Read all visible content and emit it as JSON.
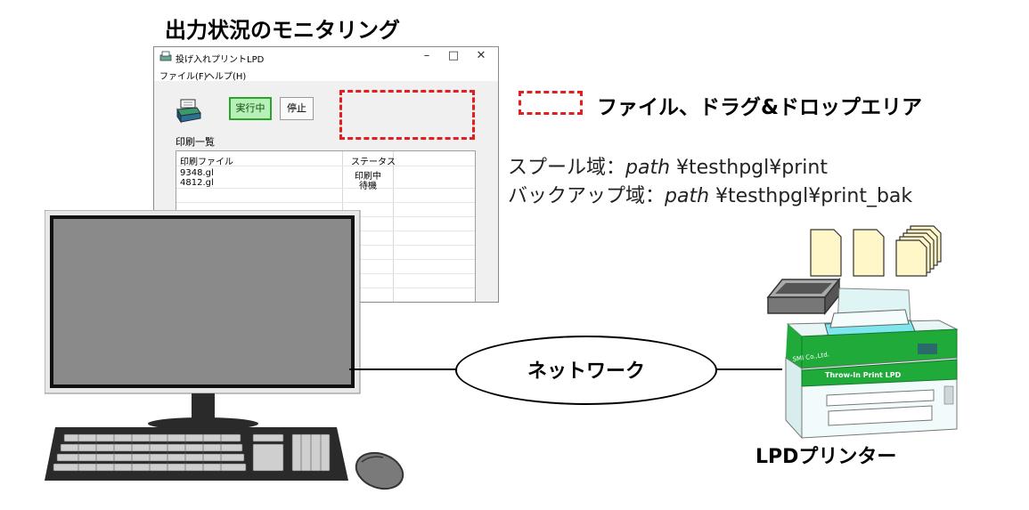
{
  "title": "出力状況のモニタリング",
  "legend": {
    "text": "ファイル、ドラグ&ドロップエリア",
    "color": "#e02020"
  },
  "paths": {
    "spool_prefix": "スプール域：",
    "spool_italic": "path",
    "spool_suffix": " ¥testhpgl¥print",
    "backup_prefix": "バックアップ域：",
    "backup_italic": "path",
    "backup_suffix": " ¥testhpgl¥print_bak"
  },
  "window": {
    "title": "投げ入れプリントLPD",
    "controls": {
      "minimize": "–",
      "maximize": "□",
      "close": "✕"
    },
    "menu": [
      "ファイル(F)",
      "ヘルプ(H)"
    ],
    "run_button": "実行中",
    "stop_button": "停止",
    "list_label": "印刷一覧",
    "columns": [
      "印刷ファイル",
      "ステータス"
    ],
    "rows": [
      {
        "file": "9348.gl",
        "status": "印刷中"
      },
      {
        "file": "4812.gl",
        "status": "待機"
      }
    ]
  },
  "network": {
    "label": "ネットワーク"
  },
  "printer": {
    "label": "LPDプリンター",
    "brand": "SMI Co.,Ltd.",
    "model": "Throw-In Print LPD",
    "accent_color": "#1faa3a"
  },
  "icons": [
    "printer-app-icon",
    "printer-icon",
    "monitor-icon",
    "keyboard-icon",
    "mouse-icon",
    "document-icon",
    "paper-tray-icon",
    "lpd-printer-icon"
  ]
}
